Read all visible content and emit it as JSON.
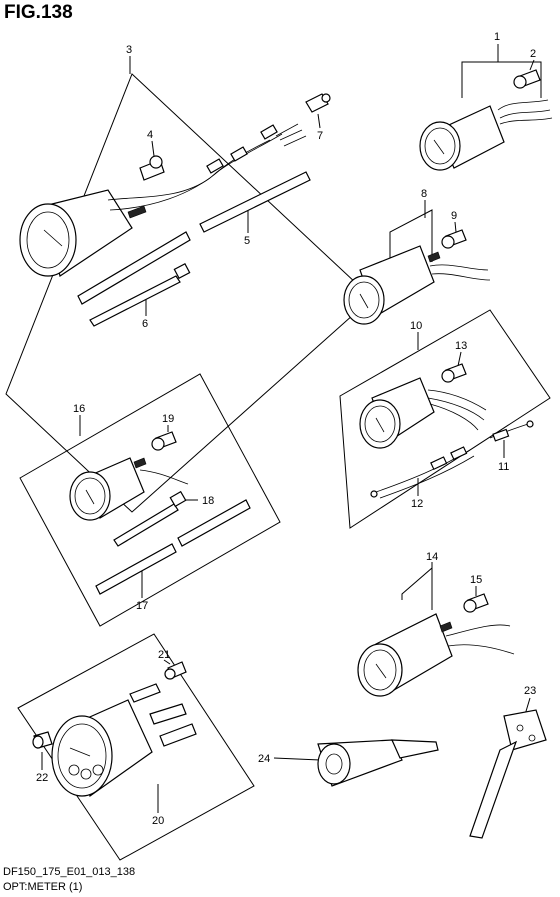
{
  "figure": {
    "title": "FIG.138"
  },
  "footer": {
    "code": "DF150_175_E01_013_138",
    "subtitle": "OPT:METER (1)"
  },
  "callouts": [
    "1",
    "2",
    "3",
    "4",
    "5",
    "6",
    "7",
    "8",
    "9",
    "10",
    "11",
    "12",
    "13",
    "14",
    "15",
    "16",
    "17",
    "18",
    "19",
    "20",
    "21",
    "22",
    "23",
    "24"
  ],
  "parts": [
    "meter-assembly",
    "bulb",
    "meter-kit",
    "bulb",
    "protector-tube",
    "clamp-band",
    "fuse",
    "meter-assembly",
    "bulb",
    "meter-kit",
    "harness",
    "harness",
    "bulb",
    "meter-assembly",
    "bulb",
    "meter-kit",
    "protector-tube",
    "clamp-band",
    "bulb",
    "meter-assembly",
    "bulb",
    "bulb",
    "bracket",
    "bracket"
  ]
}
